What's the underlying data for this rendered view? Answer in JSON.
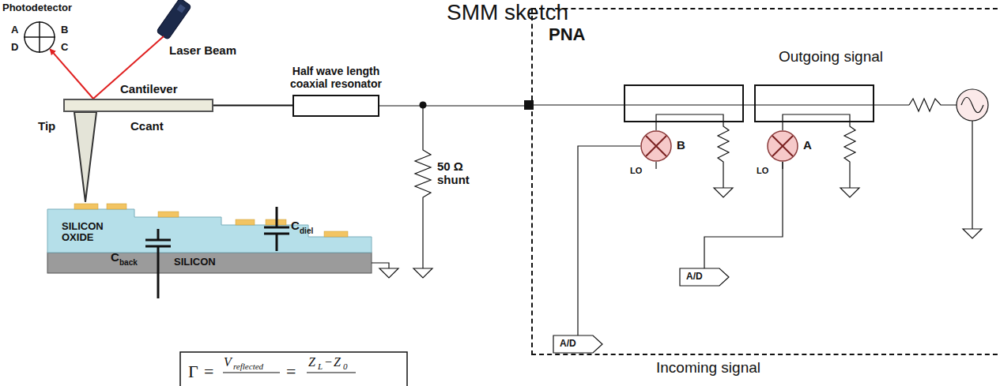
{
  "diagram": {
    "title": "SMM sketch",
    "nodes": [
      {
        "text": [
          "Photodetector"
        ]
      },
      {
        "text": [
          "Cantilever"
        ]
      },
      {
        "text": [
          "Half wave length coaxial resonator"
        ]
      },
      {
        "text": [
          "PNA"
        ]
      },
      {
        "text": [
          "B"
        ],
        "in": 3
      },
      {
        "text": [
          "A"
        ],
        "in": 3
      },
      {
        "text": [
          "A/D"
        ],
        "in": 3
      },
      {
        "text": [
          "A/D"
        ],
        "in": 3
      }
    ],
    "edges": [
      {
        "from": 1,
        "to": 2,
        "arrow": "none"
      },
      {
        "from": 2,
        "to": 3,
        "arrow": "none"
      },
      {
        "from": 4,
        "to": 6,
        "arrow": "none"
      },
      {
        "from": 5,
        "to": 7,
        "arrow": "none"
      },
      {
        "from": 1,
        "to": 0,
        "arrow": "to"
      }
    ],
    "labels": [
      "A",
      "B",
      "D",
      "C",
      "Laser Beam",
      "Tip",
      "Ccant",
      "SILICON OXIDE",
      "C",
      "back",
      "SILICON",
      "C",
      "diel",
      "50 Ω shunt",
      "Outgoing signal",
      "LO",
      "LO",
      "Incoming signal",
      "Γ",
      "=",
      "V",
      "reflected",
      "=",
      "Z",
      "L",
      "−",
      "Z",
      "0"
    ]
  }
}
